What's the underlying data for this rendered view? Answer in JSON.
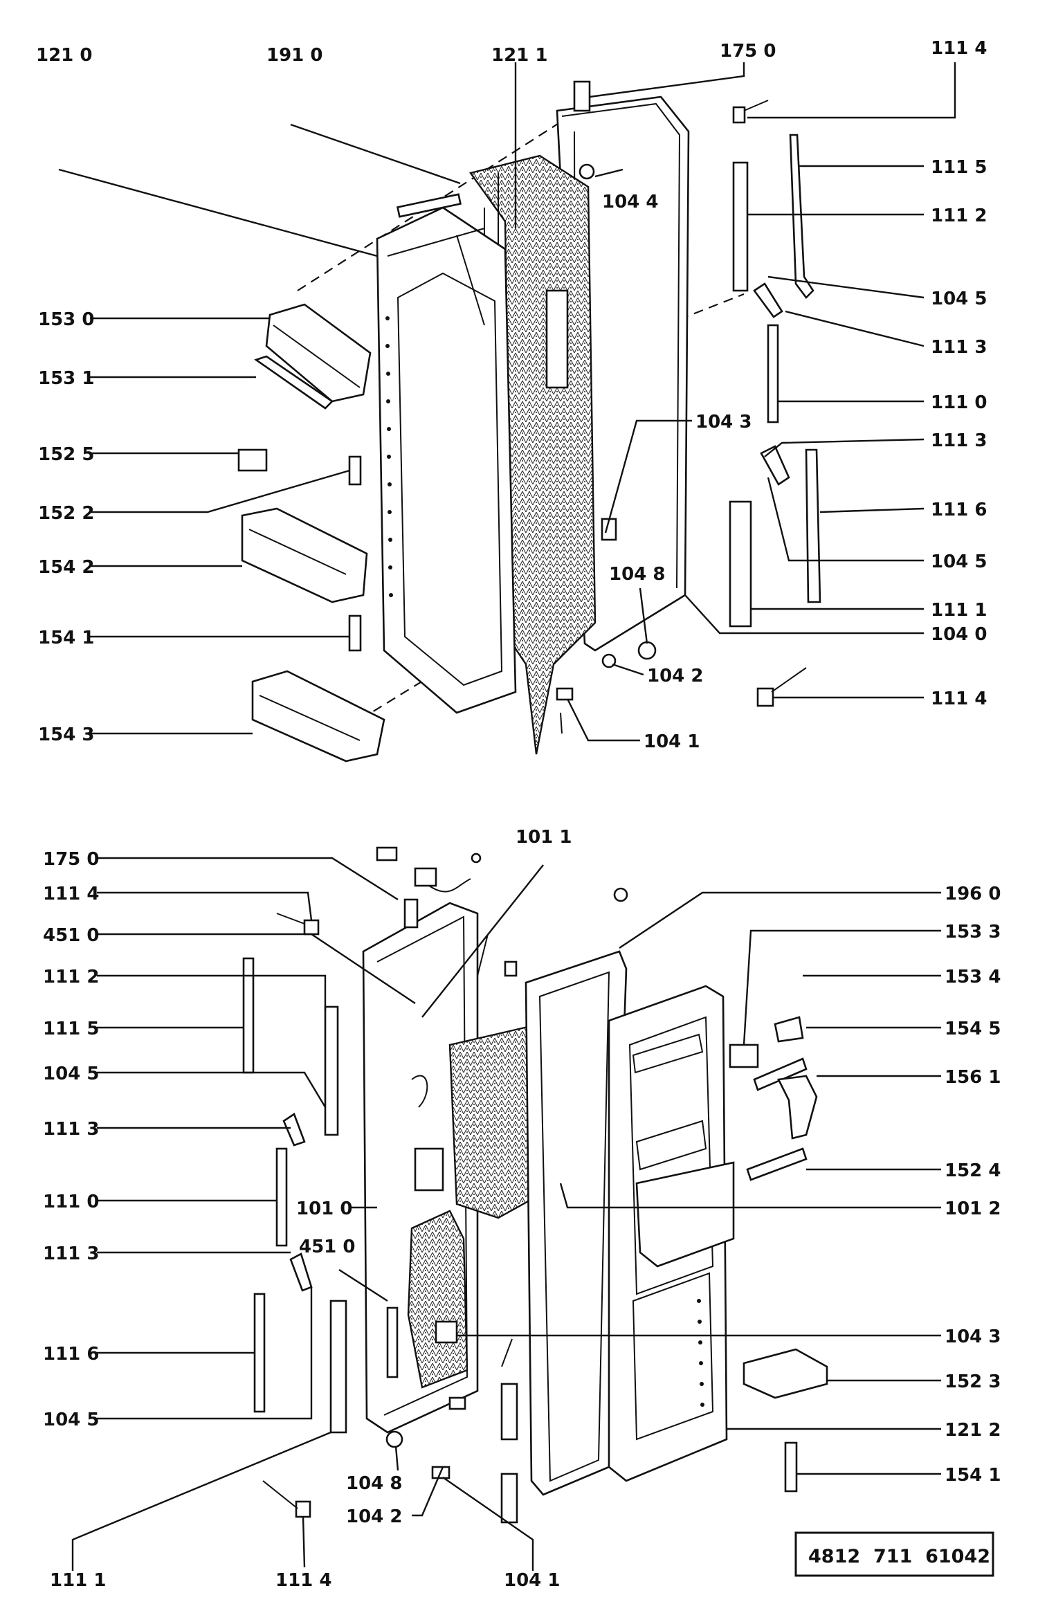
{
  "upper_labels": [
    {
      "id": "u1",
      "text": "121 0"
    },
    {
      "id": "u2",
      "text": "191 0"
    },
    {
      "id": "u3",
      "text": "121 1"
    },
    {
      "id": "u4",
      "text": "175 0"
    },
    {
      "id": "u5",
      "text": "111 4"
    },
    {
      "id": "u6",
      "text": "111 5"
    },
    {
      "id": "u7",
      "text": "111 2"
    },
    {
      "id": "u8",
      "text": "104 5"
    },
    {
      "id": "u9",
      "text": "111 3"
    },
    {
      "id": "u10",
      "text": "111 0"
    },
    {
      "id": "u11",
      "text": "111 3"
    },
    {
      "id": "u12",
      "text": "111 6"
    },
    {
      "id": "u13",
      "text": "104 5"
    },
    {
      "id": "u14",
      "text": "111 1"
    },
    {
      "id": "u15",
      "text": "104 0"
    },
    {
      "id": "u16",
      "text": "111 4"
    },
    {
      "id": "u17",
      "text": "104 4"
    },
    {
      "id": "u18",
      "text": "104 3"
    },
    {
      "id": "u19",
      "text": "104 8"
    },
    {
      "id": "u20",
      "text": "104 2"
    },
    {
      "id": "u21",
      "text": "104 1"
    },
    {
      "id": "u22",
      "text": "153 0"
    },
    {
      "id": "u23",
      "text": "153 1"
    },
    {
      "id": "u24",
      "text": "152 5"
    },
    {
      "id": "u25",
      "text": "152 2"
    },
    {
      "id": "u26",
      "text": "154 2"
    },
    {
      "id": "u27",
      "text": "154 1"
    },
    {
      "id": "u28",
      "text": "154 3"
    }
  ],
  "lower_labels": [
    {
      "id": "l1",
      "text": "175 0"
    },
    {
      "id": "l2",
      "text": "111 4"
    },
    {
      "id": "l3",
      "text": "451 0"
    },
    {
      "id": "l4",
      "text": "111 2"
    },
    {
      "id": "l5",
      "text": "111 5"
    },
    {
      "id": "l6",
      "text": "104 5"
    },
    {
      "id": "l7",
      "text": "111 3"
    },
    {
      "id": "l8",
      "text": "111 0"
    },
    {
      "id": "l9",
      "text": "101 0"
    },
    {
      "id": "l10",
      "text": "111 3"
    },
    {
      "id": "l11",
      "text": "451 0"
    },
    {
      "id": "l12",
      "text": "111 6"
    },
    {
      "id": "l13",
      "text": "104 5"
    },
    {
      "id": "l14",
      "text": "111 1"
    },
    {
      "id": "l15",
      "text": "111 4"
    },
    {
      "id": "l16",
      "text": "104 8"
    },
    {
      "id": "l17",
      "text": "104 2"
    },
    {
      "id": "l18",
      "text": "104 1"
    },
    {
      "id": "l19",
      "text": "101 1"
    },
    {
      "id": "l20",
      "text": "196 0"
    },
    {
      "id": "l21",
      "text": "153 3"
    },
    {
      "id": "l22",
      "text": "153 4"
    },
    {
      "id": "l23",
      "text": "154 5"
    },
    {
      "id": "l24",
      "text": "156 1"
    },
    {
      "id": "l25",
      "text": "152 4"
    },
    {
      "id": "l26",
      "text": "101 2"
    },
    {
      "id": "l27",
      "text": "104 3"
    },
    {
      "id": "l28",
      "text": "152 3"
    },
    {
      "id": "l29",
      "text": "121 2"
    },
    {
      "id": "l30",
      "text": "154 1"
    }
  ],
  "document_code": "4812  711  61042"
}
